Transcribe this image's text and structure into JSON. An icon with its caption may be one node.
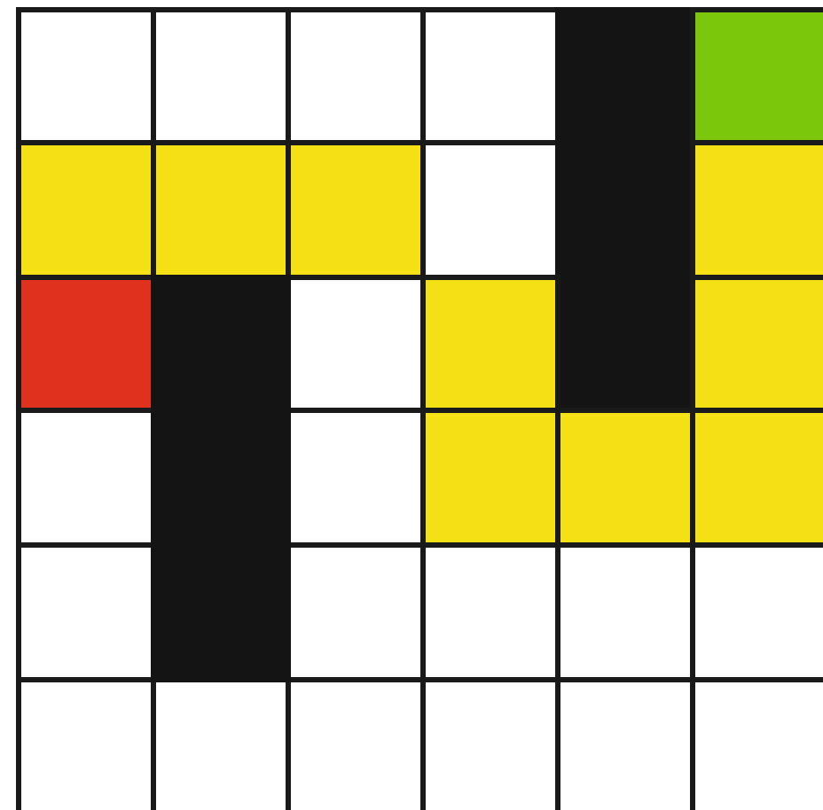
{
  "diagram": {
    "nodes": [
      {
        "text": [],
        "shape": "bar"
      },
      {
        "text": [],
        "shape": "box"
      },
      {
        "text": [],
        "shape": "box"
      },
      {
        "text": [],
        "shape": "box"
      },
      {
        "text": [],
        "shape": "box"
      },
      {
        "text": [],
        "shape": "box"
      },
      {
        "text": [],
        "shape": "box"
      },
      {
        "text": [],
        "shape": "bar"
      },
      {
        "text": [],
        "shape": "box"
      },
      {
        "text": [],
        "shape": "box"
      },
      {
        "text": [],
        "shape": "box"
      },
      {
        "text": [],
        "shape": "box"
      },
      {
        "text": [],
        "shape": "box"
      }
    ]
  }
}
